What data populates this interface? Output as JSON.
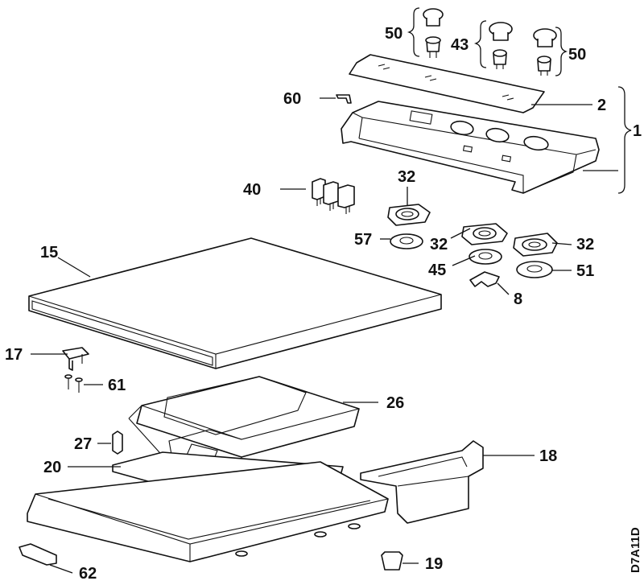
{
  "diagram_code": "D7A11D",
  "callouts": {
    "c1": "1",
    "c2": "2",
    "c8": "8",
    "c15": "15",
    "c17": "17",
    "c18": "18",
    "c19": "19",
    "c20": "20",
    "c26": "26",
    "c27": "27",
    "c32a": "32",
    "c32b": "32",
    "c32c": "32",
    "c40": "40",
    "c43": "43",
    "c45": "45",
    "c50a": "50",
    "c50b": "50",
    "c51": "51",
    "c57": "57",
    "c60": "60",
    "c61": "61",
    "c62": "62"
  }
}
